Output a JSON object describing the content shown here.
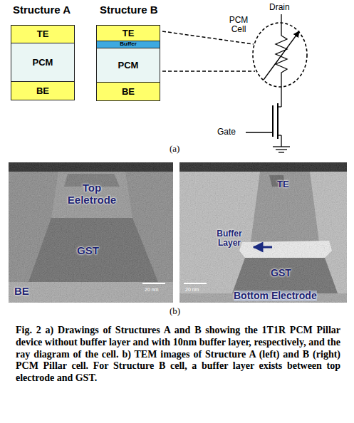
{
  "diagram": {
    "caption": "Fig. 2 a) Drawings of Structures A and B showing the 1T1R PCM Pillar device without buffer layer and with 10nm buffer layer, respectively, and the ray diagram of the cell. b) TEM images of Structure A (left) and B (right) PCM Pillar cell. For Structure B cell, a buffer layer exists between top electrode and GST.",
    "nodes": [
      {
        "text": [
          "TE"
        ]
      },
      {
        "text": [
          "PCM"
        ]
      },
      {
        "text": [
          "BE"
        ]
      },
      {
        "text": [
          "TE"
        ]
      },
      {
        "text": [
          "Buffer"
        ]
      },
      {
        "text": [
          "PCM"
        ]
      },
      {
        "text": [
          "BE"
        ]
      }
    ],
    "labels": [
      "Structure A",
      "Structure B",
      "Drain",
      "PCM Cell",
      "Gate",
      "(a)",
      "Top Eeletrode",
      "GST",
      "BE",
      "20 nm",
      "TE",
      "Buffer Layer",
      "GST",
      "20 nm",
      "Bottom Electrode",
      "(b)"
    ]
  }
}
